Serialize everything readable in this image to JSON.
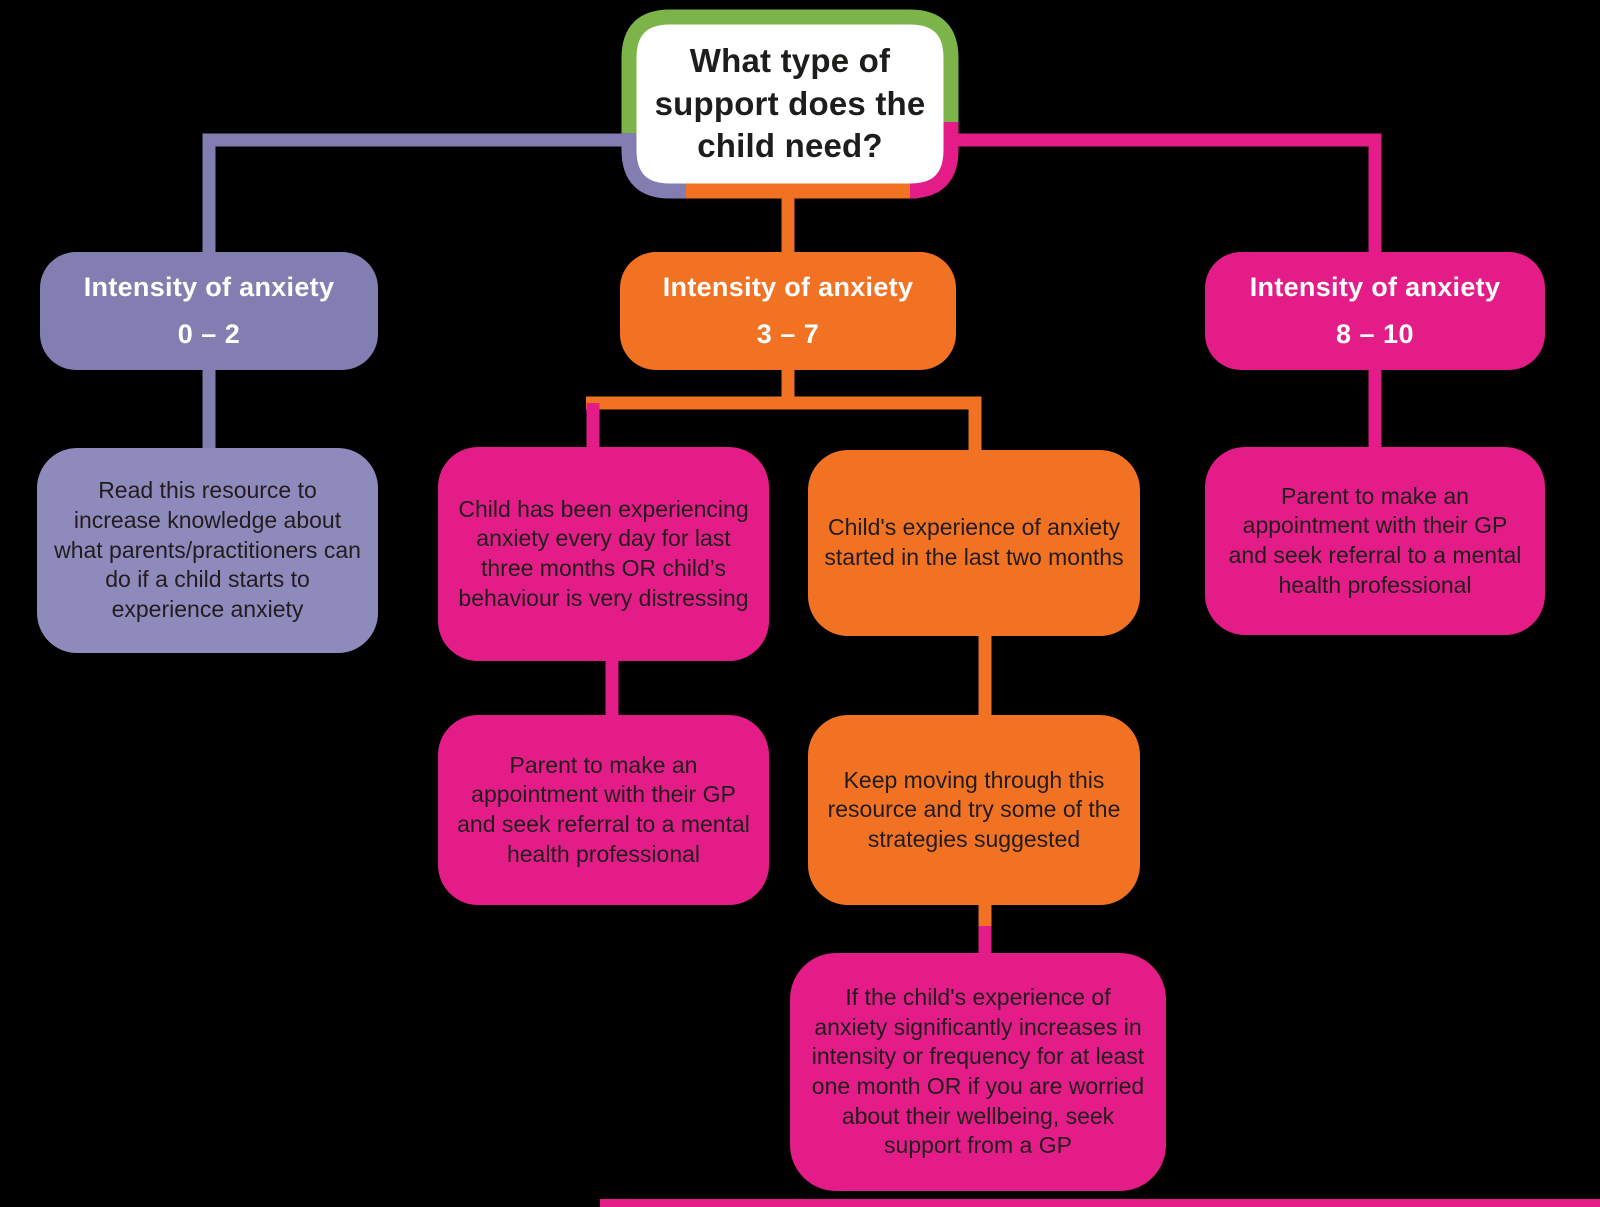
{
  "colors": {
    "bg": "#000000",
    "green": "#7db449",
    "purple": "#827eb1",
    "purple-light": "#8f8abc",
    "orange": "#f17222",
    "pink": "#e31c87",
    "text-dark": "#221c1e",
    "text-light": "#ffffff"
  },
  "title": "What type of support does the child need?",
  "branch_low": {
    "header_label": "Intensity of anxiety",
    "header_range": "0 – 2",
    "advice": "Read this resource to increase knowledge about what parents/practitioners can do if a child starts to experience anxiety"
  },
  "branch_mid": {
    "header_label": "Intensity of anxiety",
    "header_range": "3 – 7",
    "persistent_condition": "Child has been experiencing anxiety every day for last three months OR child’s behaviour is very distressing",
    "persistent_action": "Parent to make an appointment with their GP and seek referral to a mental health professional",
    "recent_condition": "Child's experience of anxiety started in the last two months",
    "recent_action": "Keep moving through this resource and try some of the strategies suggested",
    "escalation_advice": "If the child's experience of anxiety significantly increases in intensity or frequency for at least one month OR if you are worried about their wellbeing, seek support from a GP"
  },
  "branch_high": {
    "header_label": "Intensity of anxiety",
    "header_range": "8 – 10",
    "action": "Parent to make an appointment with their GP and seek referral to a mental health professional"
  }
}
